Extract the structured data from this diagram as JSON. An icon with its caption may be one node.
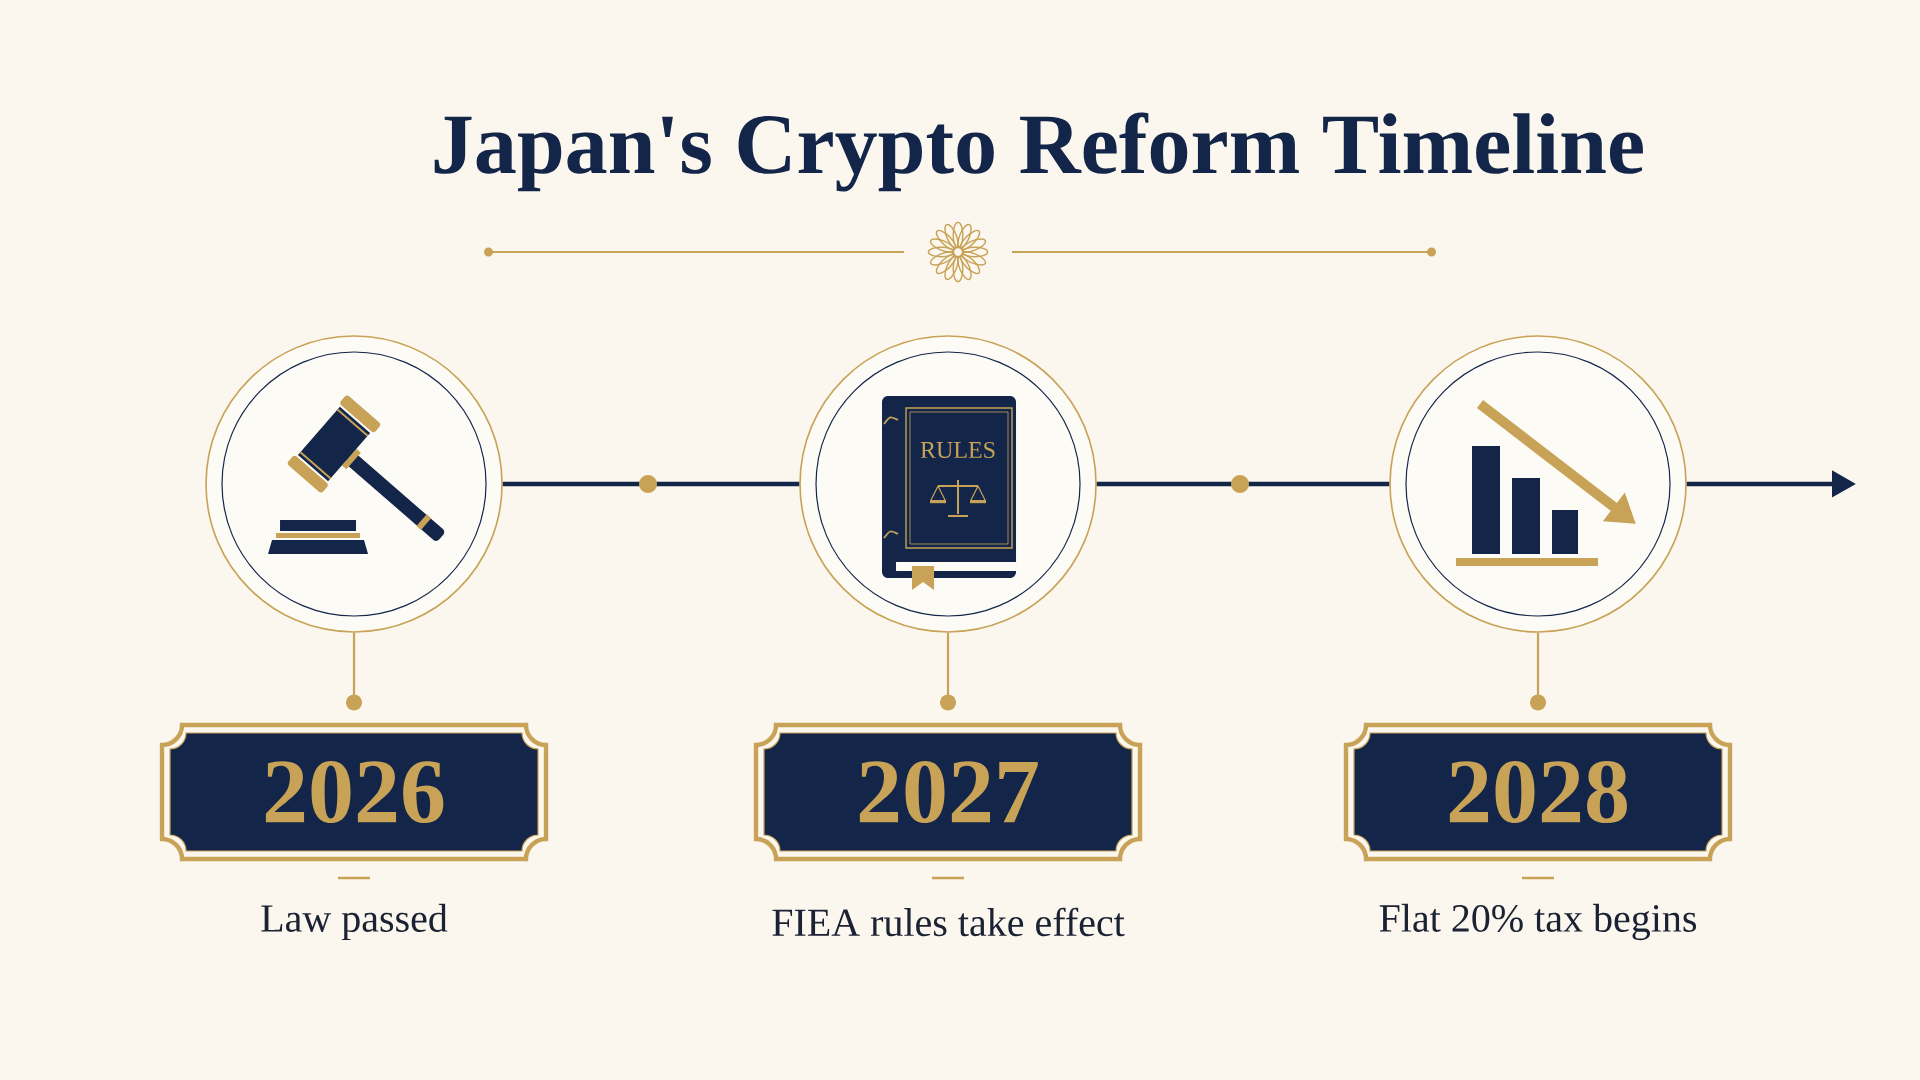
{
  "diagram": {
    "title": "Japan's Crypto Reform Timeline",
    "nodes": [
      {
        "text": [],
        "shape": "circle"
      },
      {
        "text": [],
        "shape": "circle"
      },
      {
        "text": [],
        "shape": "circle"
      },
      {
        "text": [
          "2026"
        ],
        "beside": [
          "Law passed"
        ]
      },
      {
        "text": [
          "2027"
        ],
        "beside": [
          "FIEA rules take effect"
        ]
      },
      {
        "text": [
          "2028"
        ],
        "beside": [
          "Flat 20% tax begins"
        ]
      }
    ],
    "edges": [
      {
        "from": 0,
        "to": 1,
        "arrow": "none"
      },
      {
        "from": 1,
        "to": 2,
        "arrow": "none"
      },
      {
        "from": 2,
        "to": null,
        "arrow": "to"
      },
      {
        "from": 0,
        "to": 3,
        "arrow": "other",
        "color": "#c8a256"
      },
      {
        "from": 1,
        "to": 4,
        "arrow": "other",
        "color": "#c8a256"
      },
      {
        "from": 2,
        "to": 5,
        "arrow": "other",
        "color": "#c8a256"
      }
    ],
    "labels": [
      "RULES"
    ]
  }
}
